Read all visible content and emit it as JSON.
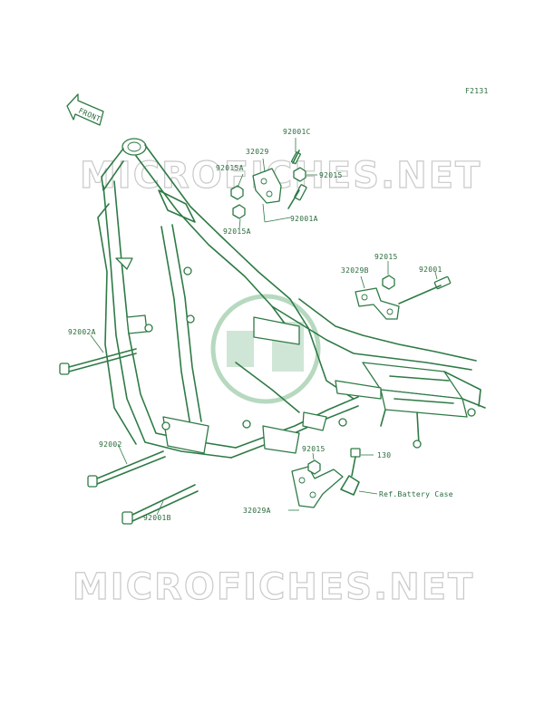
{
  "figure_code": "F2131",
  "front_arrow_label": "FRONT",
  "watermark_text": "MICROFICHES.NET",
  "parts": {
    "p92001C": "92001C",
    "p32029": "32029",
    "p92015A_top": "92015A",
    "p92015_top": "92015",
    "p92015A_bottom": "92015A",
    "p92001A": "92001A",
    "p92015_right": "92015",
    "p32029B": "32029B",
    "p92001": "92001",
    "p92002A": "92002A",
    "p92002": "92002",
    "p92001B": "92001B",
    "p92015_lower": "92015",
    "p130": "130",
    "p32029A": "32029A",
    "ref_battery_case": "Ref.Battery Case"
  },
  "colors": {
    "line": "#2e7a45",
    "watermark": "#c9c9c9",
    "seal": "#b6d9bf"
  }
}
